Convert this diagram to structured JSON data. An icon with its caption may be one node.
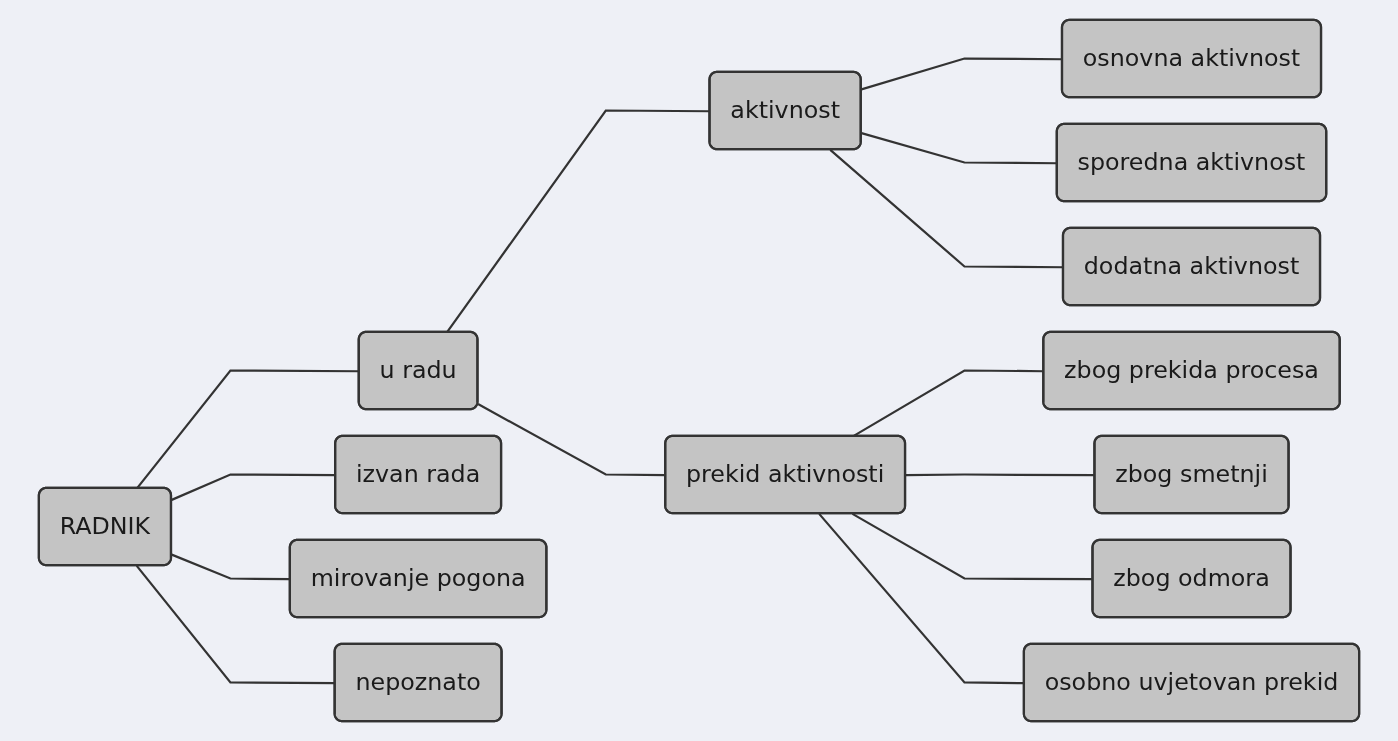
{
  "diagram": {
    "nodes": [
      {
        "text": [
          "RADNIK"
        ]
      },
      {
        "text": [
          "u radu"
        ]
      },
      {
        "text": [
          "izvan rada"
        ]
      },
      {
        "text": [
          "mirovanje pogona"
        ]
      },
      {
        "text": [
          "nepoznato"
        ]
      },
      {
        "text": [
          "aktivnost"
        ]
      },
      {
        "text": [
          "prekid aktivnosti"
        ]
      },
      {
        "text": [
          "osnovna aktivnost"
        ]
      },
      {
        "text": [
          "sporedna aktivnost"
        ]
      },
      {
        "text": [
          "dodatna aktivnost"
        ]
      },
      {
        "text": [
          "zbog prekida procesa"
        ]
      },
      {
        "text": [
          "zbog smetnji"
        ]
      },
      {
        "text": [
          "zbog odmora"
        ]
      },
      {
        "text": [
          "osobno uvjetovan prekid"
        ]
      }
    ],
    "edges": [
      {
        "from": 0,
        "to": 1,
        "arrow": "none"
      },
      {
        "from": 0,
        "to": 2,
        "arrow": "none"
      },
      {
        "from": 0,
        "to": 3,
        "arrow": "none"
      },
      {
        "from": 0,
        "to": 4,
        "arrow": "none"
      },
      {
        "from": 1,
        "to": 5,
        "arrow": "none"
      },
      {
        "from": 1,
        "to": 6,
        "arrow": "none"
      },
      {
        "from": 5,
        "to": 7,
        "arrow": "none"
      },
      {
        "from": 5,
        "to": 8,
        "arrow": "none"
      },
      {
        "from": 5,
        "to": 9,
        "arrow": "none"
      },
      {
        "from": 6,
        "to": 10,
        "arrow": "none"
      },
      {
        "from": 6,
        "to": 11,
        "arrow": "none"
      },
      {
        "from": 6,
        "to": 12,
        "arrow": "none"
      },
      {
        "from": 6,
        "to": 13,
        "arrow": "none"
      }
    ]
  }
}
